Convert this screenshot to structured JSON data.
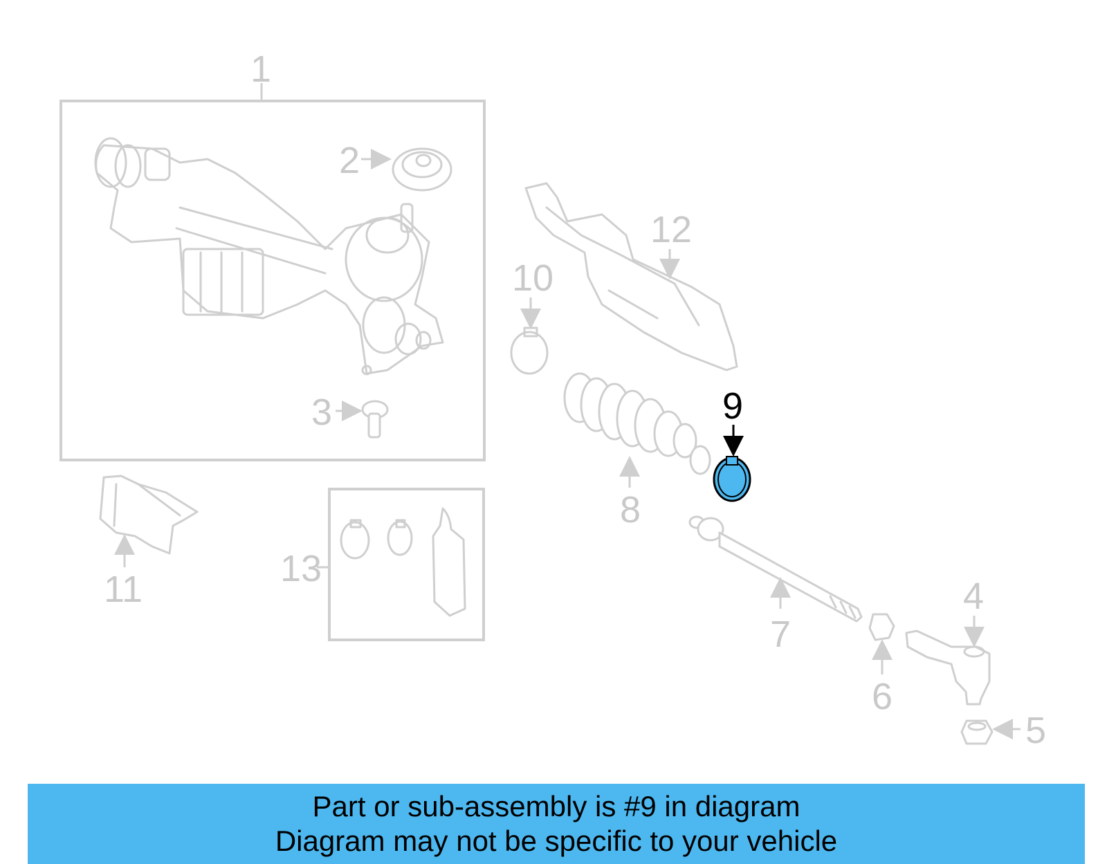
{
  "highlight": {
    "part_number": "9",
    "color": "#4db8f0"
  },
  "callouts": {
    "c1": "1",
    "c2": "2",
    "c3": "3",
    "c4": "4",
    "c5": "5",
    "c6": "6",
    "c7": "7",
    "c8": "8",
    "c9": "9",
    "c10": "10",
    "c11": "11",
    "c12": "12",
    "c13": "13"
  },
  "banner": {
    "line1": "Part or sub-assembly is #9 in diagram",
    "line2": "Diagram may not be specific to your vehicle",
    "background": "#4db8f0"
  }
}
